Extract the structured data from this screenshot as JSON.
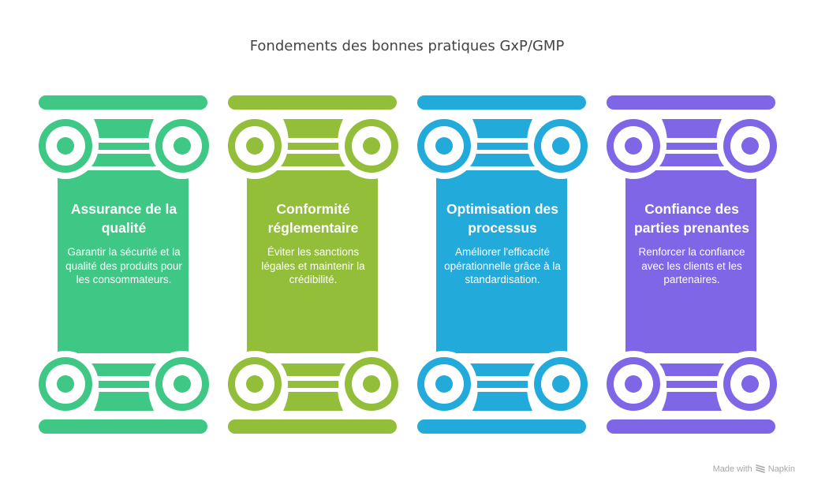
{
  "title": "Fondements des bonnes pratiques GxP/GMP",
  "pillars": [
    {
      "heading": "Assurance de la qualité",
      "description": "Garantir la sécurité et la qualité des produits pour les consommateurs.",
      "color": "#3EC785",
      "icon": "ionic-column-icon"
    },
    {
      "heading": "Conformité réglementaire",
      "description": "Éviter les sanctions légales et maintenir la crédibilité.",
      "color": "#92BE3A",
      "icon": "ionic-column-icon"
    },
    {
      "heading": "Optimisation des processus",
      "description": "Améliorer l'efficacité opérationnelle grâce à la standardisation.",
      "color": "#22AADB",
      "icon": "ionic-column-icon"
    },
    {
      "heading": "Confiance des parties prenantes",
      "description": "Renforcer la confiance avec les clients et les partenaires.",
      "color": "#7E66E6",
      "icon": "ionic-column-icon"
    }
  ],
  "watermark": {
    "prefix": "Made with",
    "brand": "Napkin",
    "icon": "napkin-logo-icon"
  }
}
